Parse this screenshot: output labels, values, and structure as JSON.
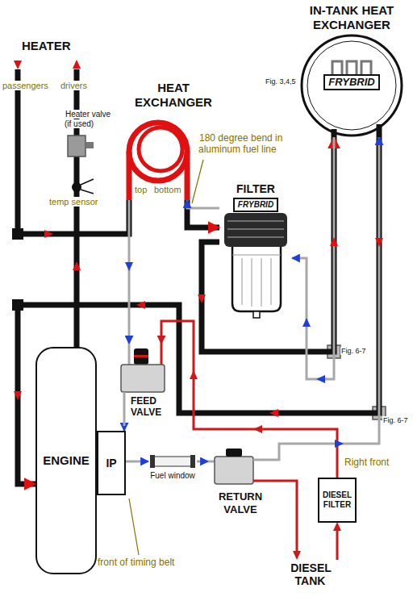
{
  "diagram": {
    "nodes": [
      {
        "text": [
          "IN-TANK HEAT EXCHANGER",
          "FRYBRID"
        ]
      },
      {
        "text": [
          "HEAT EXCHANGER"
        ]
      },
      {
        "text": [
          "FILTER",
          "FRYBRID"
        ]
      },
      {
        "text": [
          "FEED VALVE"
        ]
      },
      {
        "text": [
          "ENGINE"
        ]
      },
      {
        "text": [
          "IP"
        ]
      },
      {
        "text": [
          "Fuel window"
        ]
      },
      {
        "text": [
          "RETURN VALVE"
        ]
      },
      {
        "text": [
          "DIESEL FILTER"
        ]
      }
    ],
    "edges": [
      {
        "from": 0,
        "to": 2,
        "arrow": "to"
      },
      {
        "from": 2,
        "to": 1,
        "arrow": "to"
      },
      {
        "from": 1,
        "to": 3,
        "arrow": "to"
      },
      {
        "from": 3,
        "to": 5,
        "arrow": "to"
      },
      {
        "from": 5,
        "to": 6,
        "arrow": "to"
      },
      {
        "from": 6,
        "to": 7,
        "arrow": "to"
      },
      {
        "from": 7,
        "to": 0,
        "arrow": "to"
      },
      {
        "from": 8,
        "to": 3,
        "arrow": "to"
      },
      {
        "from": 1,
        "to": 2,
        "arrow": "to"
      },
      {
        "from": 2,
        "to": 0,
        "arrow": "to"
      },
      {
        "from": 0,
        "to": 4,
        "arrow": "to"
      }
    ],
    "labels": [
      "HEATER",
      "passengers",
      "drivers",
      "Heater valve (if used)",
      "temp sensor",
      "top",
      "bottom",
      "180 degree bend in aluminum fuel line",
      "Fig. 3,4,5",
      "Fig. 6-7",
      "Fig. 6-7",
      "Right front",
      "front of timing belt",
      "DIESEL TANK"
    ]
  }
}
